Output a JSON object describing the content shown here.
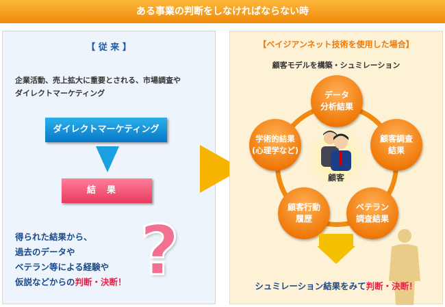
{
  "title": "ある事業の判断をしなければならない時",
  "left": {
    "heading": "【 従 来 】",
    "desc1": "企業活動、売上拡大に重要とされる、市場調査や",
    "desc2": "ダイレクトマーケティング",
    "box1": "ダイレクトマーケティング",
    "box2": "結果",
    "concl": [
      "得られた結果から、",
      "過去のデータや",
      "ベテラン等による経験や"
    ],
    "concl_last": "仮説などからの",
    "concl_red": "判断・決断！",
    "question": "?"
  },
  "right": {
    "heading": "【ベイジアンネット技術を使用した場合】",
    "sub": "顧客モデルを構築・シュミレーション",
    "center": "顧客",
    "circles": [
      [
        "データ",
        "分析結果"
      ],
      [
        "顧客調査",
        "結果"
      ],
      [
        "ベテラン",
        "調査結果"
      ],
      [
        "顧客行動",
        "履歴"
      ],
      [
        "学術的結果",
        "(心理学など)"
      ]
    ],
    "concl": "シュミレーション結果をみて",
    "concl_red": "判断・決断！"
  }
}
